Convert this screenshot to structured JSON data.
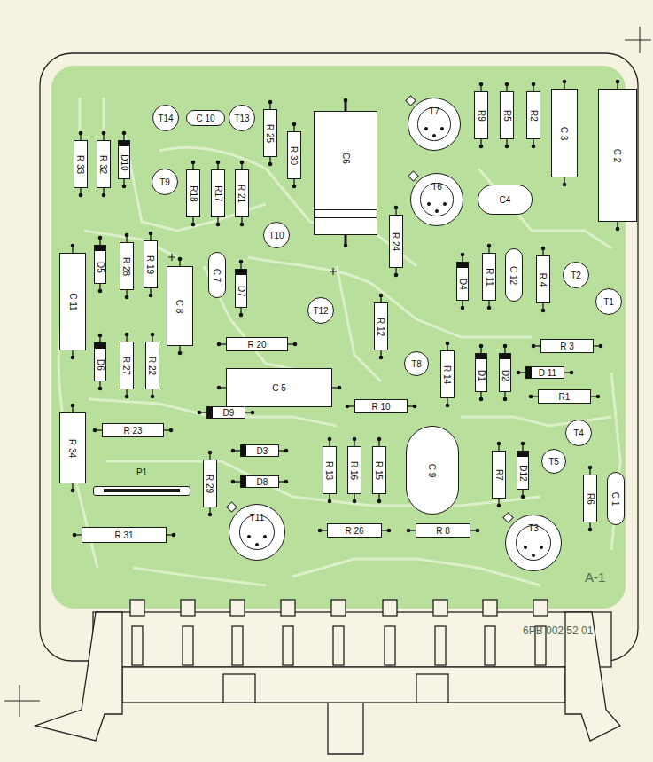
{
  "diagram": {
    "nodes": [
      {
        "text": [
          "T14"
        ]
      },
      {
        "text": [
          "C 10"
        ]
      },
      {
        "text": [
          "T13"
        ]
      },
      {
        "text": [
          "R 25"
        ]
      },
      {
        "text": [
          "T7"
        ]
      },
      {
        "text": [
          "R9"
        ]
      },
      {
        "text": [
          "R5"
        ]
      },
      {
        "text": [
          "R2"
        ]
      },
      {
        "text": [
          "C 3"
        ]
      },
      {
        "text": [
          "C 2"
        ]
      },
      {
        "text": [
          "R 33"
        ]
      },
      {
        "text": [
          "R 32"
        ]
      },
      {
        "text": [
          "D10"
        ]
      },
      {
        "text": [
          "T9"
        ]
      },
      {
        "text": [
          "R18"
        ]
      },
      {
        "text": [
          "R17"
        ]
      },
      {
        "text": [
          "R 21"
        ]
      },
      {
        "text": [
          "R 30"
        ]
      },
      {
        "text": [
          "C6"
        ]
      },
      {
        "text": [
          "T6"
        ]
      },
      {
        "text": [
          "C4"
        ]
      },
      {
        "text": [
          "T10"
        ]
      },
      {
        "text": [
          "R 24"
        ]
      },
      {
        "text": [
          "C 11"
        ]
      },
      {
        "text": [
          "D5"
        ]
      },
      {
        "text": [
          "R 28"
        ]
      },
      {
        "text": [
          "R 19"
        ]
      },
      {
        "text": [
          "C 8"
        ]
      },
      {
        "text": [
          "C 7"
        ]
      },
      {
        "text": [
          "D7"
        ]
      },
      {
        "text": [
          "D4"
        ]
      },
      {
        "text": [
          "R 11"
        ]
      },
      {
        "text": [
          "C 12"
        ]
      },
      {
        "text": [
          "R 4"
        ]
      },
      {
        "text": [
          "T2"
        ]
      },
      {
        "text": [
          "T1"
        ]
      },
      {
        "text": [
          "T12"
        ]
      },
      {
        "text": [
          "R 12"
        ]
      },
      {
        "text": [
          "R 20"
        ]
      },
      {
        "text": [
          "R 3"
        ]
      },
      {
        "text": [
          "D6"
        ]
      },
      {
        "text": [
          "R 27"
        ]
      },
      {
        "text": [
          "R 22"
        ]
      },
      {
        "text": [
          "T8"
        ]
      },
      {
        "text": [
          "R 14"
        ]
      },
      {
        "text": [
          "D1"
        ]
      },
      {
        "text": [
          "D2"
        ]
      },
      {
        "text": [
          "D 11"
        ]
      },
      {
        "text": [
          "C 5"
        ]
      },
      {
        "text": [
          "R1"
        ]
      },
      {
        "text": [
          "R 34"
        ]
      },
      {
        "text": [
          "R 23"
        ]
      },
      {
        "text": [
          "D9"
        ]
      },
      {
        "text": [
          "R 10"
        ]
      },
      {
        "text": [
          "T4"
        ]
      },
      {
        "text": [
          "D3"
        ]
      },
      {
        "text": [
          "R 13"
        ]
      },
      {
        "text": [
          "R 16"
        ]
      },
      {
        "text": [
          "R 15"
        ]
      },
      {
        "text": [
          "C 9"
        ]
      },
      {
        "text": [
          "R7"
        ]
      },
      {
        "text": [
          "D12"
        ]
      },
      {
        "text": [
          "T5"
        ]
      },
      {
        "text": [
          "P1"
        ]
      },
      {
        "text": [
          "R 29"
        ]
      },
      {
        "text": [
          "D8"
        ]
      },
      {
        "text": [
          "R6"
        ]
      },
      {
        "text": [
          "C 1"
        ]
      },
      {
        "text": [
          "R 31"
        ]
      },
      {
        "text": [
          "T11"
        ]
      },
      {
        "text": [
          "R 26"
        ]
      },
      {
        "text": [
          "R 8"
        ]
      },
      {
        "text": [
          "T3"
        ]
      }
    ],
    "labels": [
      "A-1",
      "6PB 002 52 01"
    ]
  }
}
